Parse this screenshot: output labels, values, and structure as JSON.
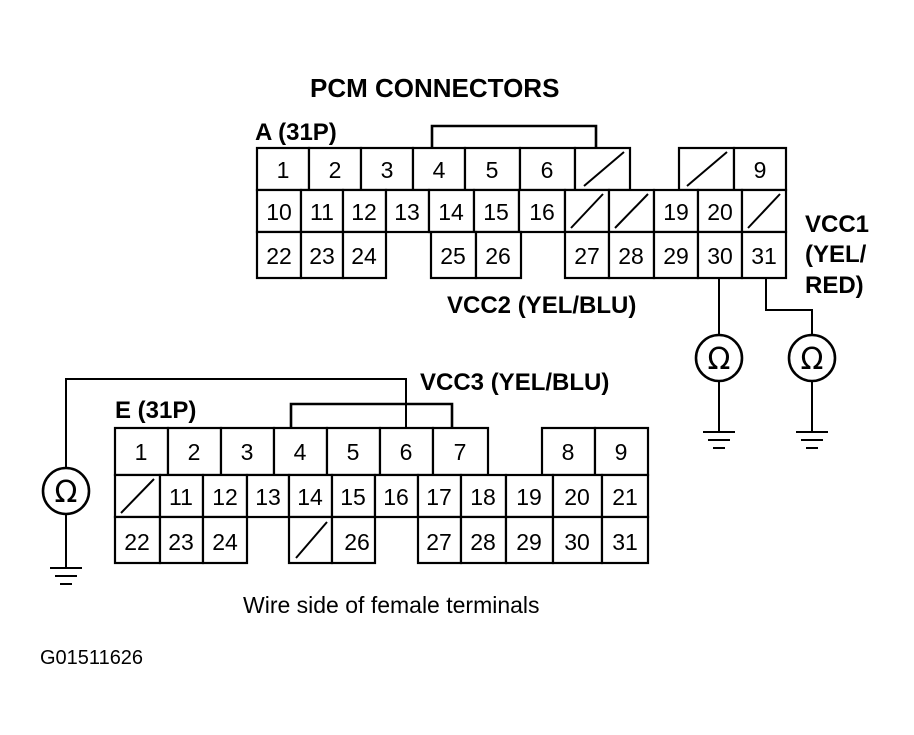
{
  "title": "PCM CONNECTORS",
  "connector_a": {
    "label": "A (31P)",
    "pins": [
      "1",
      "2",
      "3",
      "4",
      "5",
      "6",
      "9",
      "10",
      "11",
      "12",
      "13",
      "14",
      "15",
      "16",
      "19",
      "20",
      "22",
      "23",
      "24",
      "25",
      "26",
      "27",
      "28",
      "29",
      "30",
      "31"
    ]
  },
  "connector_e": {
    "label": "E (31P)",
    "pins": [
      "1",
      "2",
      "3",
      "4",
      "5",
      "6",
      "7",
      "8",
      "9",
      "11",
      "12",
      "13",
      "14",
      "15",
      "16",
      "17",
      "18",
      "19",
      "20",
      "21",
      "22",
      "23",
      "24",
      "26",
      "27",
      "28",
      "29",
      "30",
      "31"
    ]
  },
  "vcc1": {
    "line1": "VCC1",
    "line2": "(YEL/",
    "line3": "RED)"
  },
  "vcc2": "VCC2 (YEL/BLU)",
  "vcc3": "VCC3 (YEL/BLU)",
  "ohm_symbol": "Ω",
  "caption": "Wire side of female terminals",
  "figure_id": "G01511626",
  "icons": [
    "ohmmeter-icon",
    "ground-icon"
  ]
}
